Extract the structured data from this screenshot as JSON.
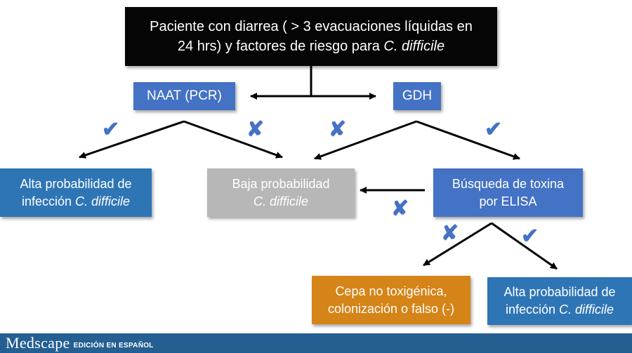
{
  "diagram": {
    "start": {
      "line1": "Paciente con diarrea ( > 3 evacuaciones líquidas en",
      "line2_plain": "24 hrs) y factores de riesgo para ",
      "line2_italic": "C. difficile"
    },
    "naat": "NAAT (PCR)",
    "gdh": "GDH",
    "alta_naat": {
      "line1": "Alta probabilidad de",
      "line2_plain": "infección ",
      "line2_italic": "C. difficile"
    },
    "baja": {
      "line1": "Baja probabilidad",
      "line2_italic": "C. difficile"
    },
    "toxina": {
      "line1": "Búsqueda de toxina",
      "line2": "por ELISA"
    },
    "cepa": {
      "line1": "Cepa no toxigénica,",
      "line2": "colonización o falso (-)"
    },
    "alta_toxina": {
      "line1": "Alta probabilidad de",
      "line2_plain": "infección ",
      "line2_italic": "C. difficile"
    },
    "marks": {
      "positive": "✔",
      "negative": "✘"
    },
    "colors": {
      "start": "#050505",
      "test": "#4472c4",
      "result_high": "#2e75b6",
      "result_low": "#b7b7b7",
      "result_other": "#d58418",
      "mark": "#4472c4"
    }
  },
  "footer": {
    "logo": "Medscape",
    "edition": "EDICIÓN EN ESPAÑOL",
    "color": "#255f92"
  }
}
